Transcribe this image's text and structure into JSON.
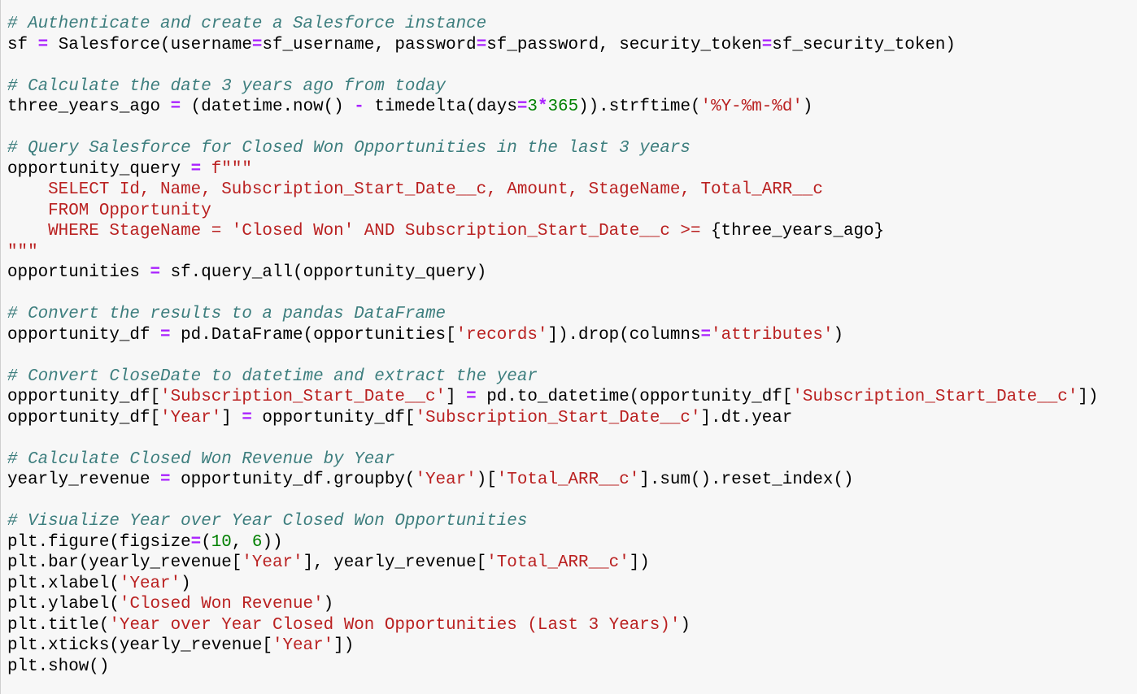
{
  "editor": {
    "language": "python",
    "colors": {
      "background": "#f7f7f7",
      "comment": "#3d7e7e",
      "string": "#ba2121",
      "number": "#008000",
      "operator": "#aa22ff",
      "text": "#000000"
    },
    "lines": [
      [
        {
          "k": "c",
          "v": "# Authenticate and create a Salesforce instance"
        }
      ],
      [
        {
          "k": "t",
          "v": "sf "
        },
        {
          "k": "o",
          "v": "="
        },
        {
          "k": "t",
          "v": " Salesforce(username"
        },
        {
          "k": "o",
          "v": "="
        },
        {
          "k": "t",
          "v": "sf_username, password"
        },
        {
          "k": "o",
          "v": "="
        },
        {
          "k": "t",
          "v": "sf_password, security_token"
        },
        {
          "k": "o",
          "v": "="
        },
        {
          "k": "t",
          "v": "sf_security_token)"
        }
      ],
      [],
      [
        {
          "k": "c",
          "v": "# Calculate the date 3 years ago from today"
        }
      ],
      [
        {
          "k": "t",
          "v": "three_years_ago "
        },
        {
          "k": "o",
          "v": "="
        },
        {
          "k": "t",
          "v": " (datetime.now() "
        },
        {
          "k": "o",
          "v": "-"
        },
        {
          "k": "t",
          "v": " timedelta(days"
        },
        {
          "k": "o",
          "v": "="
        },
        {
          "k": "n",
          "v": "3"
        },
        {
          "k": "o",
          "v": "*"
        },
        {
          "k": "n",
          "v": "365"
        },
        {
          "k": "t",
          "v": ")).strftime("
        },
        {
          "k": "s",
          "v": "'%Y-%m-%d'"
        },
        {
          "k": "t",
          "v": ")"
        }
      ],
      [],
      [
        {
          "k": "c",
          "v": "# Query Salesforce for Closed Won Opportunities in the last 3 years"
        }
      ],
      [
        {
          "k": "t",
          "v": "opportunity_query "
        },
        {
          "k": "o",
          "v": "="
        },
        {
          "k": "t",
          "v": " "
        },
        {
          "k": "s",
          "v": "f\"\"\""
        }
      ],
      [
        {
          "k": "s",
          "v": "    SELECT Id, Name, Subscription_Start_Date__c, Amount, StageName, Total_ARR__c"
        }
      ],
      [
        {
          "k": "s",
          "v": "    FROM Opportunity"
        }
      ],
      [
        {
          "k": "s",
          "v": "    WHERE StageName = 'Closed Won' AND Subscription_Start_Date__c >= "
        },
        {
          "k": "t",
          "v": "{three_years_ago}"
        }
      ],
      [
        {
          "k": "s",
          "v": "\"\"\""
        }
      ],
      [
        {
          "k": "t",
          "v": "opportunities "
        },
        {
          "k": "o",
          "v": "="
        },
        {
          "k": "t",
          "v": " sf.query_all(opportunity_query)"
        }
      ],
      [],
      [
        {
          "k": "c",
          "v": "# Convert the results to a pandas DataFrame"
        }
      ],
      [
        {
          "k": "t",
          "v": "opportunity_df "
        },
        {
          "k": "o",
          "v": "="
        },
        {
          "k": "t",
          "v": " pd.DataFrame(opportunities["
        },
        {
          "k": "s",
          "v": "'records'"
        },
        {
          "k": "t",
          "v": "]).drop(columns"
        },
        {
          "k": "o",
          "v": "="
        },
        {
          "k": "s",
          "v": "'attributes'"
        },
        {
          "k": "t",
          "v": ")"
        }
      ],
      [],
      [
        {
          "k": "c",
          "v": "# Convert CloseDate to datetime and extract the year"
        }
      ],
      [
        {
          "k": "t",
          "v": "opportunity_df["
        },
        {
          "k": "s",
          "v": "'Subscription_Start_Date__c'"
        },
        {
          "k": "t",
          "v": "] "
        },
        {
          "k": "o",
          "v": "="
        },
        {
          "k": "t",
          "v": " pd.to_datetime(opportunity_df["
        },
        {
          "k": "s",
          "v": "'Subscription_Start_Date__c'"
        },
        {
          "k": "t",
          "v": "])"
        }
      ],
      [
        {
          "k": "t",
          "v": "opportunity_df["
        },
        {
          "k": "s",
          "v": "'Year'"
        },
        {
          "k": "t",
          "v": "] "
        },
        {
          "k": "o",
          "v": "="
        },
        {
          "k": "t",
          "v": " opportunity_df["
        },
        {
          "k": "s",
          "v": "'Subscription_Start_Date__c'"
        },
        {
          "k": "t",
          "v": "].dt.year"
        }
      ],
      [],
      [
        {
          "k": "c",
          "v": "# Calculate Closed Won Revenue by Year"
        }
      ],
      [
        {
          "k": "t",
          "v": "yearly_revenue "
        },
        {
          "k": "o",
          "v": "="
        },
        {
          "k": "t",
          "v": " opportunity_df.groupby("
        },
        {
          "k": "s",
          "v": "'Year'"
        },
        {
          "k": "t",
          "v": ")["
        },
        {
          "k": "s",
          "v": "'Total_ARR__c'"
        },
        {
          "k": "t",
          "v": "].sum().reset_index()"
        }
      ],
      [],
      [
        {
          "k": "c",
          "v": "# Visualize Year over Year Closed Won Opportunities"
        }
      ],
      [
        {
          "k": "t",
          "v": "plt.figure(figsize"
        },
        {
          "k": "o",
          "v": "="
        },
        {
          "k": "t",
          "v": "("
        },
        {
          "k": "n",
          "v": "10"
        },
        {
          "k": "t",
          "v": ", "
        },
        {
          "k": "n",
          "v": "6"
        },
        {
          "k": "t",
          "v": "))"
        }
      ],
      [
        {
          "k": "t",
          "v": "plt.bar(yearly_revenue["
        },
        {
          "k": "s",
          "v": "'Year'"
        },
        {
          "k": "t",
          "v": "], yearly_revenue["
        },
        {
          "k": "s",
          "v": "'Total_ARR__c'"
        },
        {
          "k": "t",
          "v": "])"
        }
      ],
      [
        {
          "k": "t",
          "v": "plt.xlabel("
        },
        {
          "k": "s",
          "v": "'Year'"
        },
        {
          "k": "t",
          "v": ")"
        }
      ],
      [
        {
          "k": "t",
          "v": "plt.ylabel("
        },
        {
          "k": "s",
          "v": "'Closed Won Revenue'"
        },
        {
          "k": "t",
          "v": ")"
        }
      ],
      [
        {
          "k": "t",
          "v": "plt.title("
        },
        {
          "k": "s",
          "v": "'Year over Year Closed Won Opportunities (Last 3 Years)'"
        },
        {
          "k": "t",
          "v": ")"
        }
      ],
      [
        {
          "k": "t",
          "v": "plt.xticks(yearly_revenue["
        },
        {
          "k": "s",
          "v": "'Year'"
        },
        {
          "k": "t",
          "v": "])"
        }
      ],
      [
        {
          "k": "t",
          "v": "plt.show()"
        }
      ]
    ]
  }
}
